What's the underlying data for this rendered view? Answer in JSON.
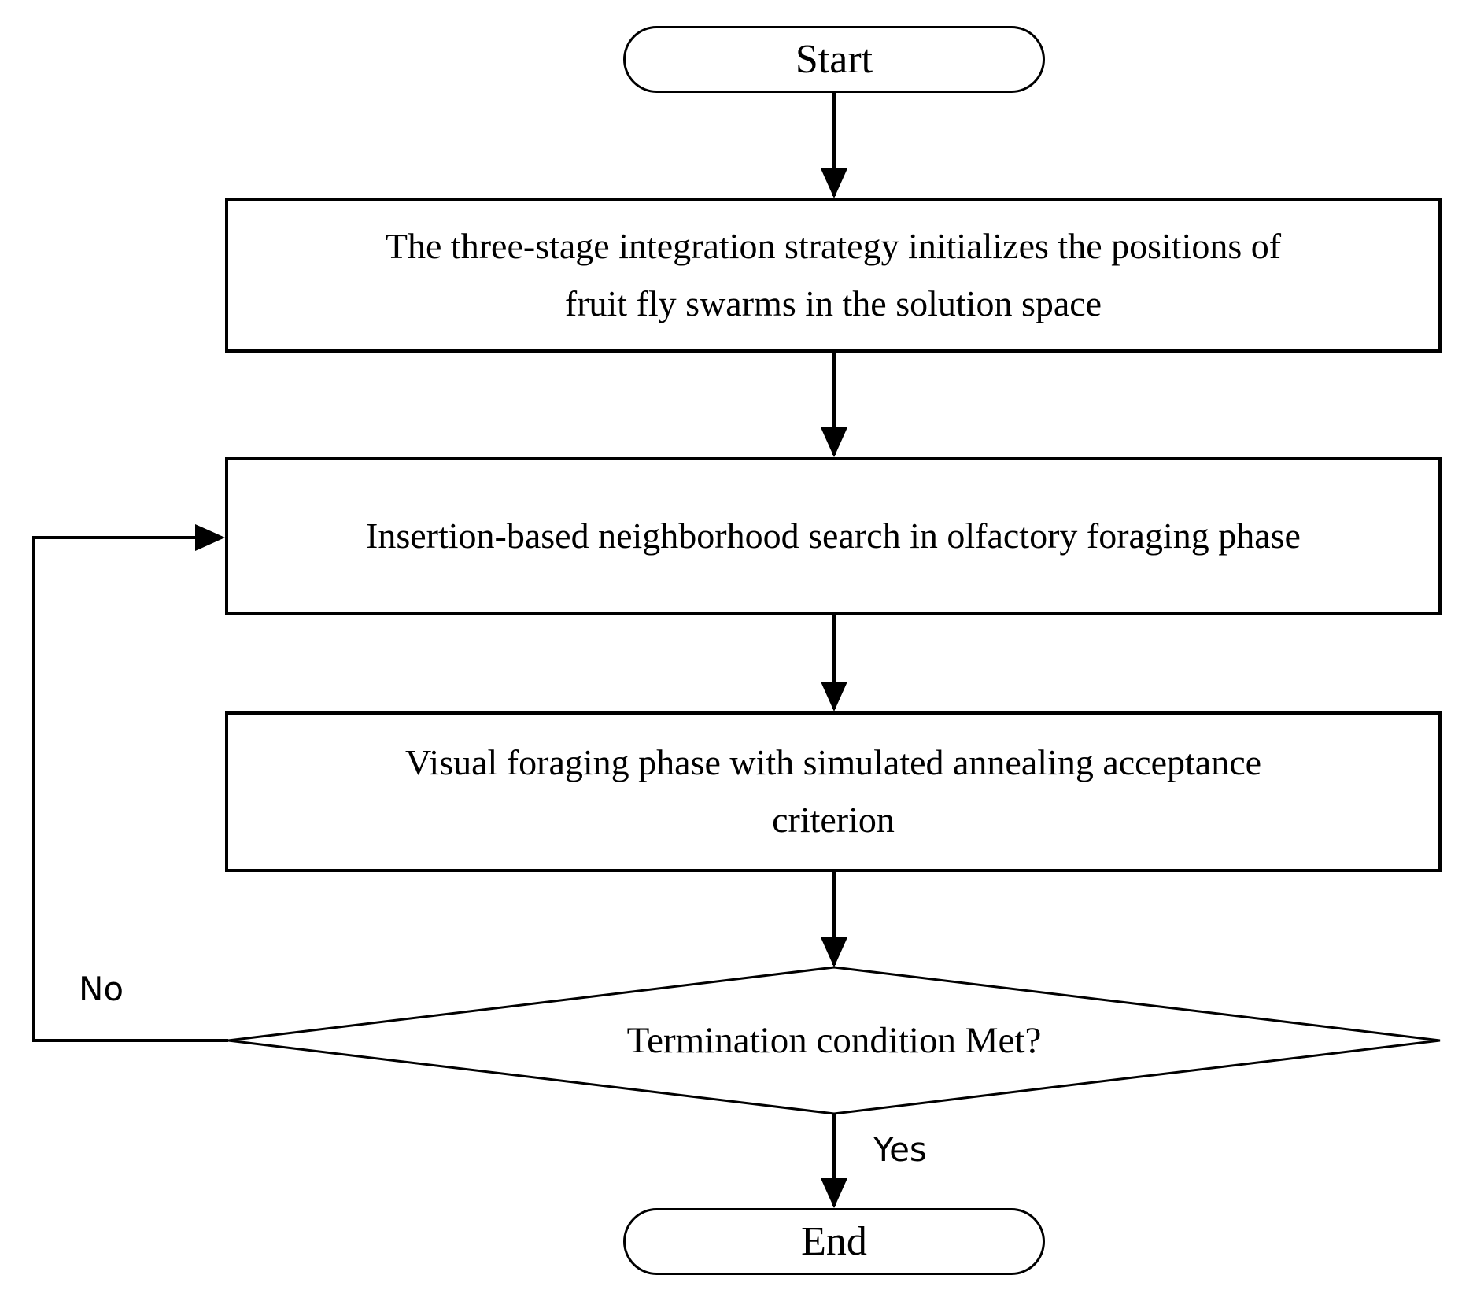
{
  "figure": {
    "background_color": "#ffffff",
    "stroke_color": "#000000",
    "text_color": "#000000"
  },
  "flowchart": {
    "nodes": {
      "start": {
        "shape": "terminator",
        "label": "Start"
      },
      "initialize": {
        "shape": "process",
        "label": "The three-stage integration strategy initializes the positions of\nfruit fly swarms in the solution space"
      },
      "olfactory": {
        "shape": "process",
        "label": "Insertion-based neighborhood search in olfactory foraging phase"
      },
      "visual": {
        "shape": "process",
        "label": "Visual foraging phase with simulated annealing acceptance\ncriterion"
      },
      "termination": {
        "shape": "decision",
        "label": "Termination condition Met?"
      },
      "end": {
        "shape": "terminator",
        "label": "End"
      }
    },
    "edge_labels": {
      "yes": "Yes",
      "no": "No"
    }
  }
}
